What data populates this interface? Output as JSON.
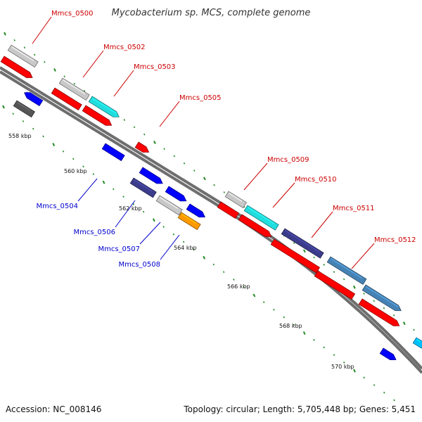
{
  "title": "Mycobacterium sp. MCS, complete genome",
  "accession": "Accession: NC_008146",
  "summary": "Topology: circular; Length: 5,705,448 bp; Genes: 5,451",
  "colors": {
    "forward_label": "#cc0000",
    "reverse_label": "#0000cc",
    "tick": "#228b22",
    "backbone": "#808080",
    "red": "#ff0000",
    "grey": "#c8c8c8",
    "cyan": "#22dddd",
    "blue": "#0000ff",
    "slate": "#3c3c8c",
    "steel": "#4682b4",
    "dark": "#555555",
    "orange": "#ff9900",
    "skyblue": "#00bfff"
  },
  "scale_labels": [
    "558 kbp",
    "560 kbp",
    "562 kbp",
    "564 kbp",
    "566 kbp",
    "568 kbp",
    "570 kbp"
  ],
  "forward_genes": [
    "Mmcs_0500",
    "Mmcs_0502",
    "Mmcs_0503",
    "Mmcs_0505",
    "Mmcs_0509",
    "Mmcs_0510",
    "Mmcs_0511",
    "Mmcs_0512"
  ],
  "reverse_genes": [
    "Mmcs_0504",
    "Mmcs_0506",
    "Mmcs_0507",
    "Mmcs_0508"
  ]
}
